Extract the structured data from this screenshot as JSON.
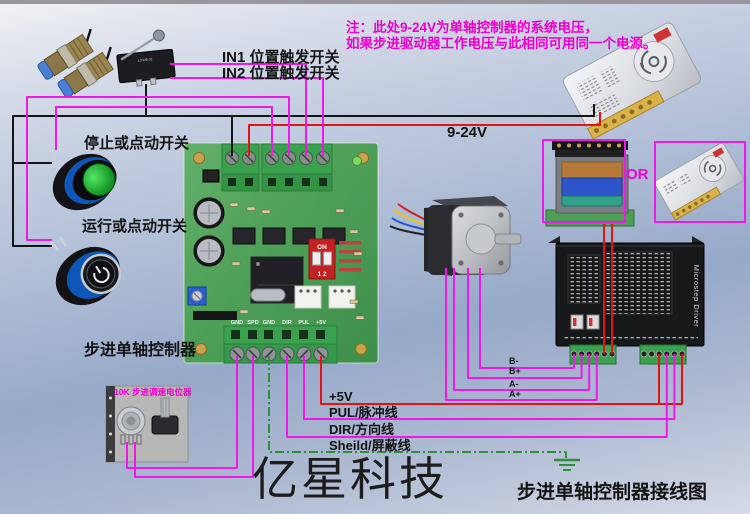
{
  "note": {
    "line1": "注：此处9-24V为单轴控制器的系统电压，",
    "line2": "如果步进驱动器工作电压与此相同可用同一个电源。"
  },
  "inputs": {
    "in1": "IN1 位置触发开关",
    "in2": "IN2 位置触发开关",
    "stop": "停止或点动开关",
    "run": "运行或点动开关",
    "pot": "10K 步进调速电位器"
  },
  "power": {
    "voltage": "9-24V",
    "or_label": "OR"
  },
  "controller": {
    "label": "步进单轴控制器",
    "terminals": [
      "GND",
      "SPD",
      "GND",
      "DIR",
      "PUL",
      "+5V"
    ],
    "dip_on": "ON",
    "dip_numbers": "1 2"
  },
  "driver": {
    "side_text": "Microstep Driver",
    "phases": {
      "b_minus": "B-",
      "b_plus": "B+",
      "a_minus": "A-",
      "a_plus": "A+"
    }
  },
  "signals": {
    "v5": "+5V",
    "pul": "PUL/脉冲线",
    "dir": "DIR/方向线",
    "shield": "Sheild/屏蔽线"
  },
  "switch_model": "LXW5-11",
  "footer": {
    "brand": "亿星科技",
    "title": "步进单轴控制器接线图"
  },
  "colors": {
    "signal_wire": "#f018e8",
    "power_wire": "#e31313",
    "common_wire": "#151515",
    "shield_wire": "#2f8f3f",
    "note_text": "#ee00cc"
  }
}
